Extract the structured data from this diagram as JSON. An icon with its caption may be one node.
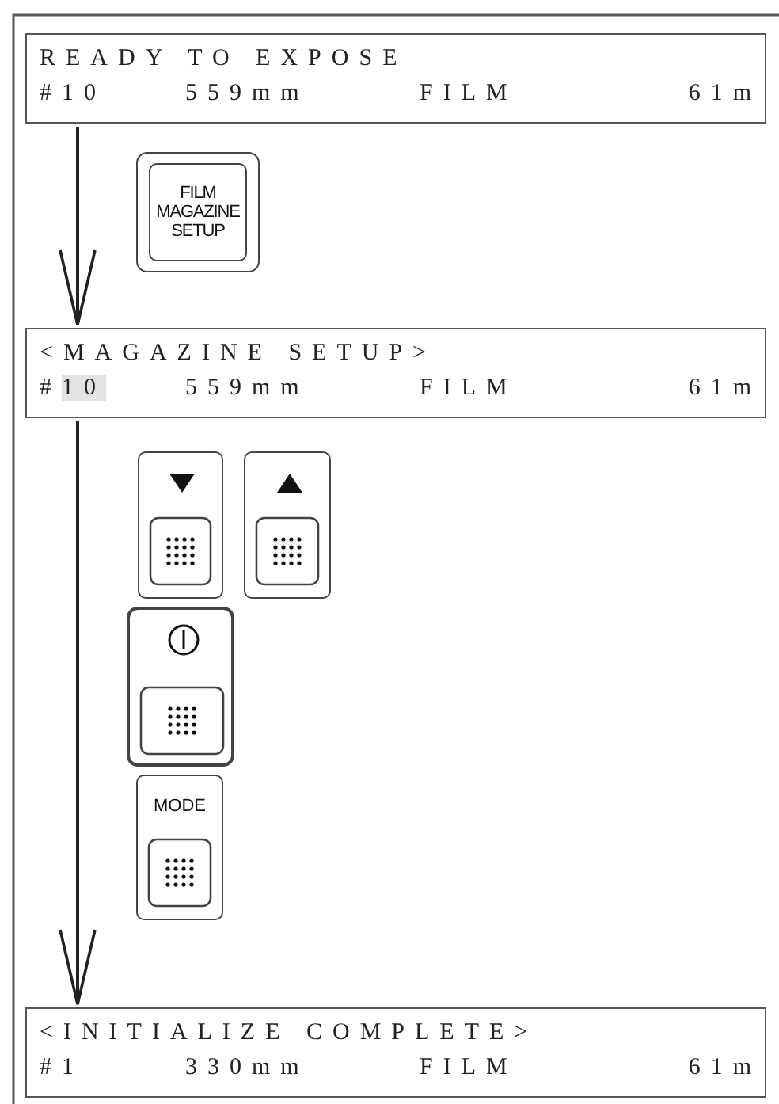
{
  "diagram": {
    "nodes": [
      {
        "text": [
          "READY TO EXPOSE",
          "#10",
          "559mm",
          "FILM",
          "61m"
        ]
      },
      {
        "text": [
          "FILM MAGAZINE SETUP"
        ]
      },
      {
        "text": [
          "<MAGAZINE SETUP>",
          "#10",
          "559mm",
          "FILM",
          "61m"
        ]
      },
      {
        "text": [],
        "shape": "box"
      },
      {
        "text": [],
        "shape": "box"
      },
      {
        "text": [],
        "shape": "box"
      },
      {
        "text": [
          "MODE"
        ]
      },
      {
        "text": [
          "<INITIALIZE COMPLETE>",
          "#1",
          "330mm",
          "FILM",
          "61m"
        ]
      }
    ],
    "edges": [
      {
        "from": 0,
        "to": 2,
        "arrow": "to"
      },
      {
        "from": 2,
        "to": 7,
        "arrow": "to"
      }
    ]
  }
}
